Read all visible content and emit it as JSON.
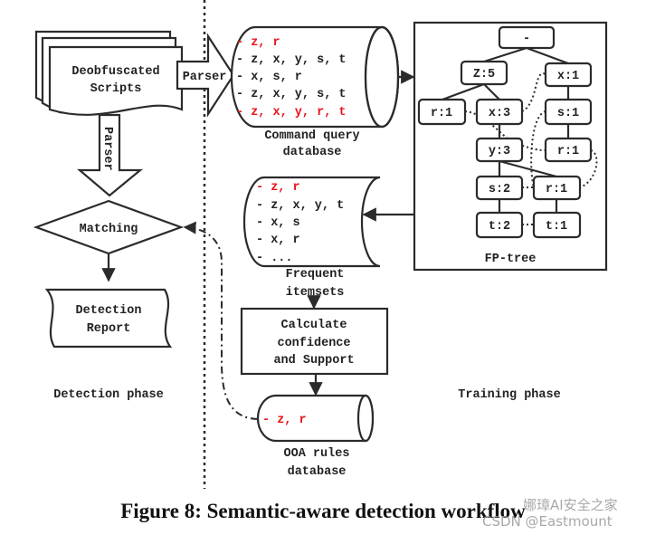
{
  "detection": {
    "scripts_label": [
      "Deobfuscated",
      "Scripts"
    ],
    "parser_right": "Parser",
    "parser_down": "Parser",
    "matching": "Matching",
    "report": [
      "Detection",
      "Report"
    ],
    "phase": "Detection phase"
  },
  "training": {
    "command_db": {
      "rows": [
        "- z, r",
        "- z, x, y, s, t",
        "- x, s, r",
        "- z, x, y, s, t",
        "- z, x, y, r, t"
      ],
      "highlighted_rows": [
        0,
        4
      ],
      "label": [
        "Command query",
        "database"
      ]
    },
    "fp_tree": {
      "nodes": [
        "-",
        "Z:5",
        "x:1",
        "r:1",
        "x:3",
        "s:1",
        "y:3",
        "r:1",
        "s:2",
        "r:1",
        "t:2",
        "t:1"
      ],
      "label": "FP-tree"
    },
    "frequent": {
      "rows": [
        "- z, r",
        "- z, x, y, t",
        "- x, s",
        "- x, r",
        "- ..."
      ],
      "label": [
        "Frequent",
        "itemsets"
      ]
    },
    "calculate": [
      "Calculate",
      "confidence",
      "and Support"
    ],
    "ooa_db": {
      "row": "- z, r",
      "label": [
        "OOA rules",
        "database"
      ]
    },
    "phase": "Training phase"
  },
  "caption": "Figure 8: Semantic-aware detection workflow",
  "watermark": [
    "娜璋AI安全之家",
    "CSDN @Eastmount"
  ],
  "colors": {
    "highlight": "#e8141b",
    "stroke": "#2b2b2b"
  }
}
